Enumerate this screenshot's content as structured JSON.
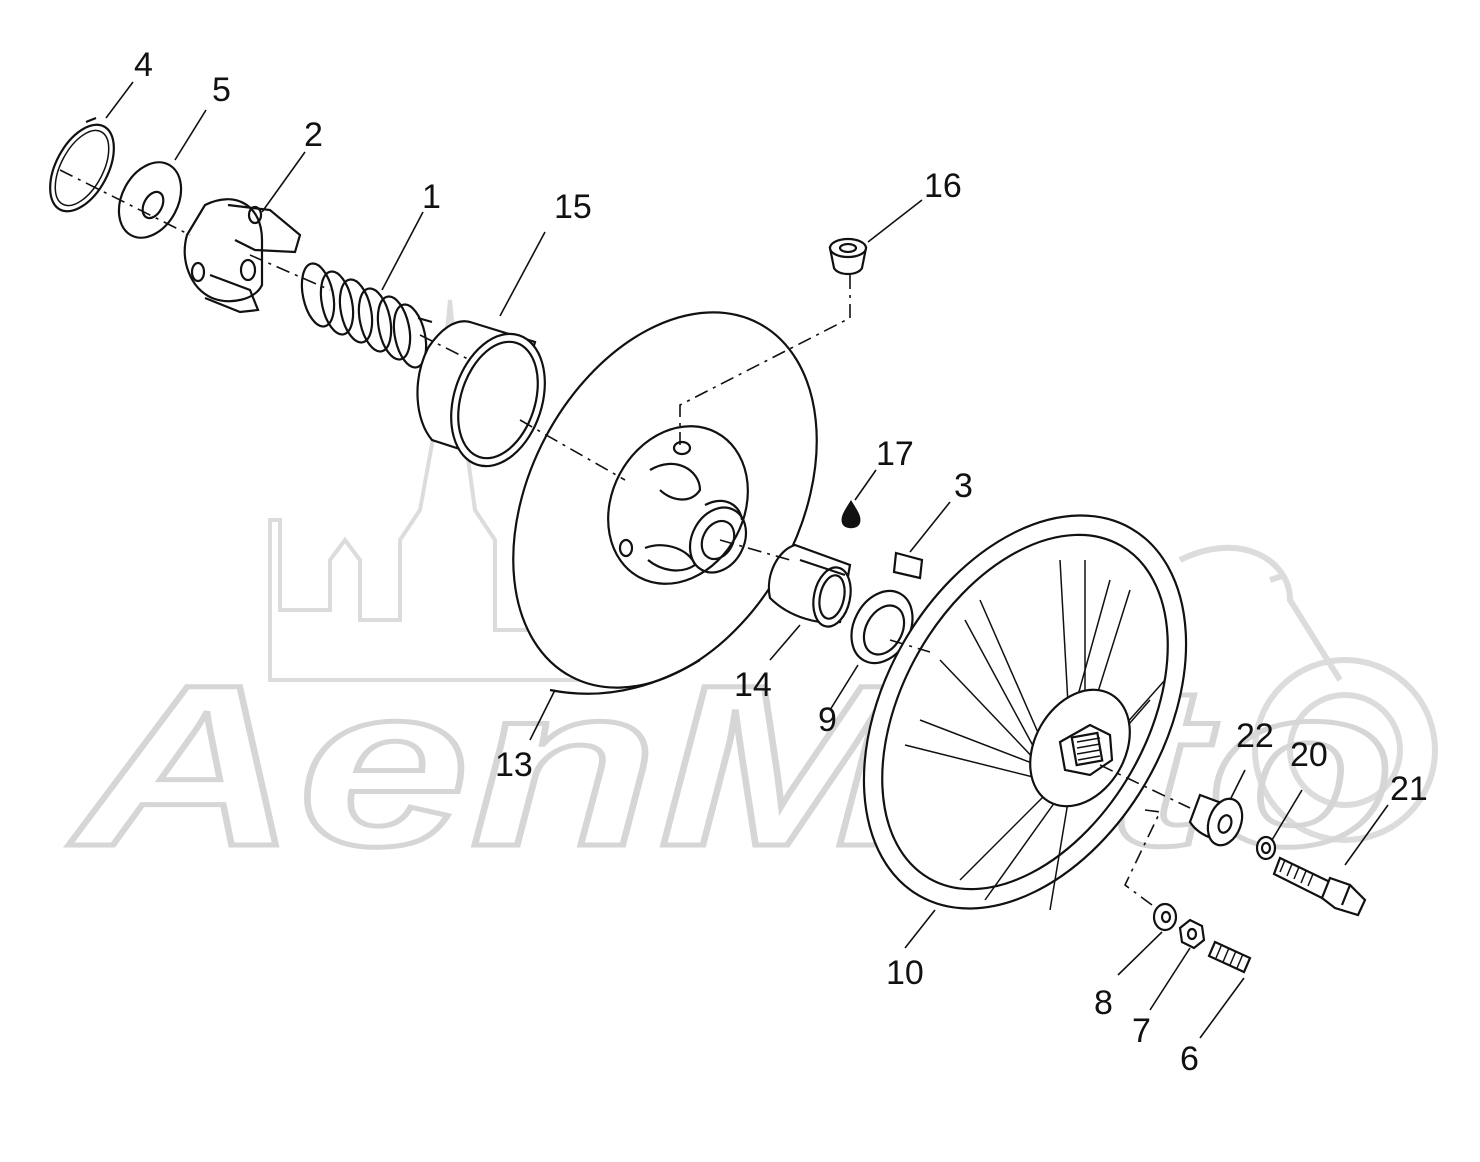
{
  "watermark": {
    "text": "AenMoto"
  },
  "colors": {
    "ink": "#111111",
    "watermark": "#d6d6d6",
    "background": "#ffffff"
  },
  "labels": {
    "p1": "1",
    "p2": "2",
    "p3": "3",
    "p4": "4",
    "p5": "5",
    "p6": "6",
    "p7": "7",
    "p8": "8",
    "p9": "9",
    "p10": "10",
    "p13": "13",
    "p14": "14",
    "p15": "15",
    "p16": "16",
    "p17": "17",
    "p20": "20",
    "p21": "21",
    "p22": "22"
  }
}
